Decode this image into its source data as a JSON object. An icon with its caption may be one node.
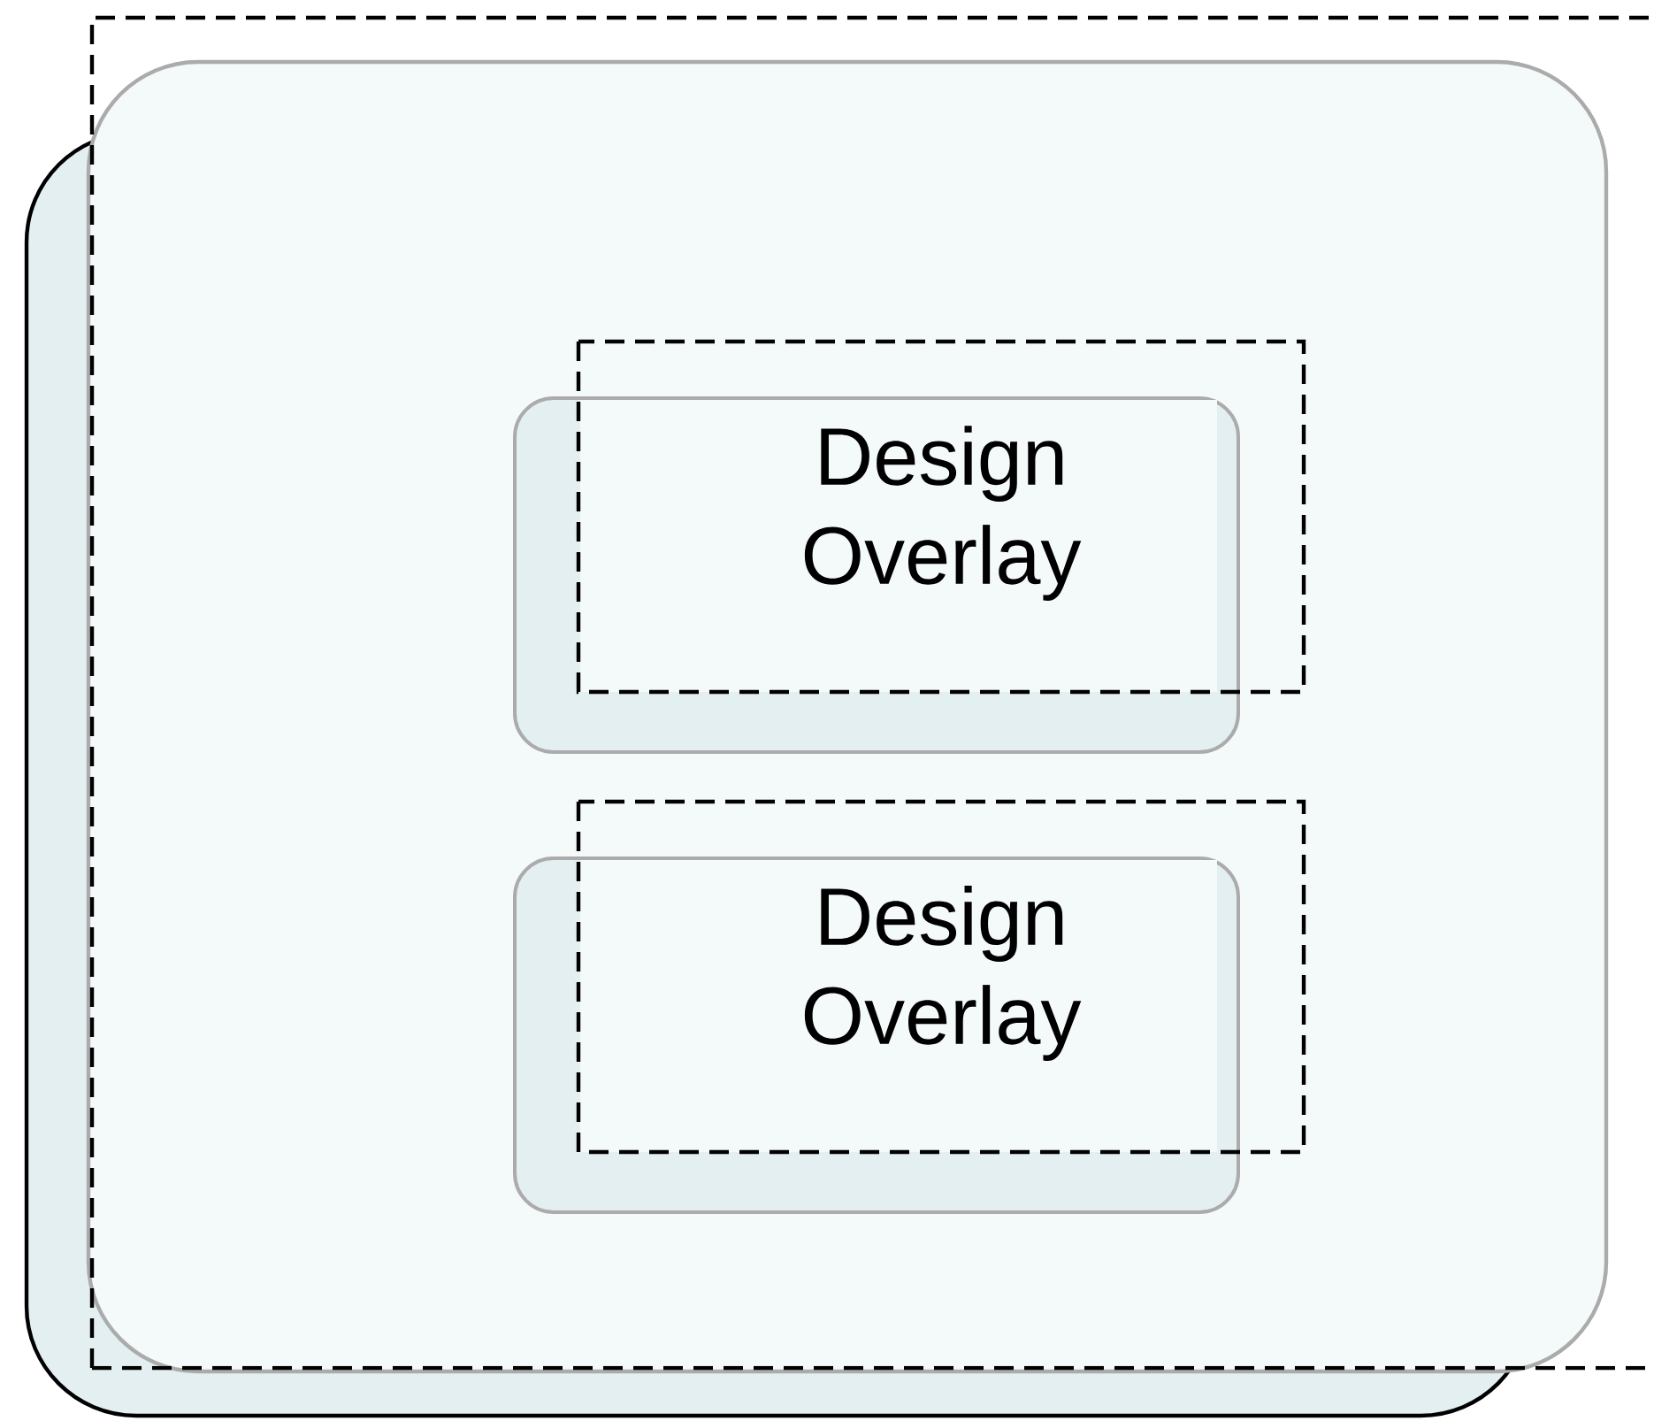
{
  "diagram": {
    "nodes": [
      {
        "text": [],
        "shape": "box"
      },
      {
        "text": [
          "Design Overlay"
        ],
        "in": 0
      },
      {
        "text": [
          "Design Overlay"
        ],
        "in": 0
      }
    ]
  }
}
